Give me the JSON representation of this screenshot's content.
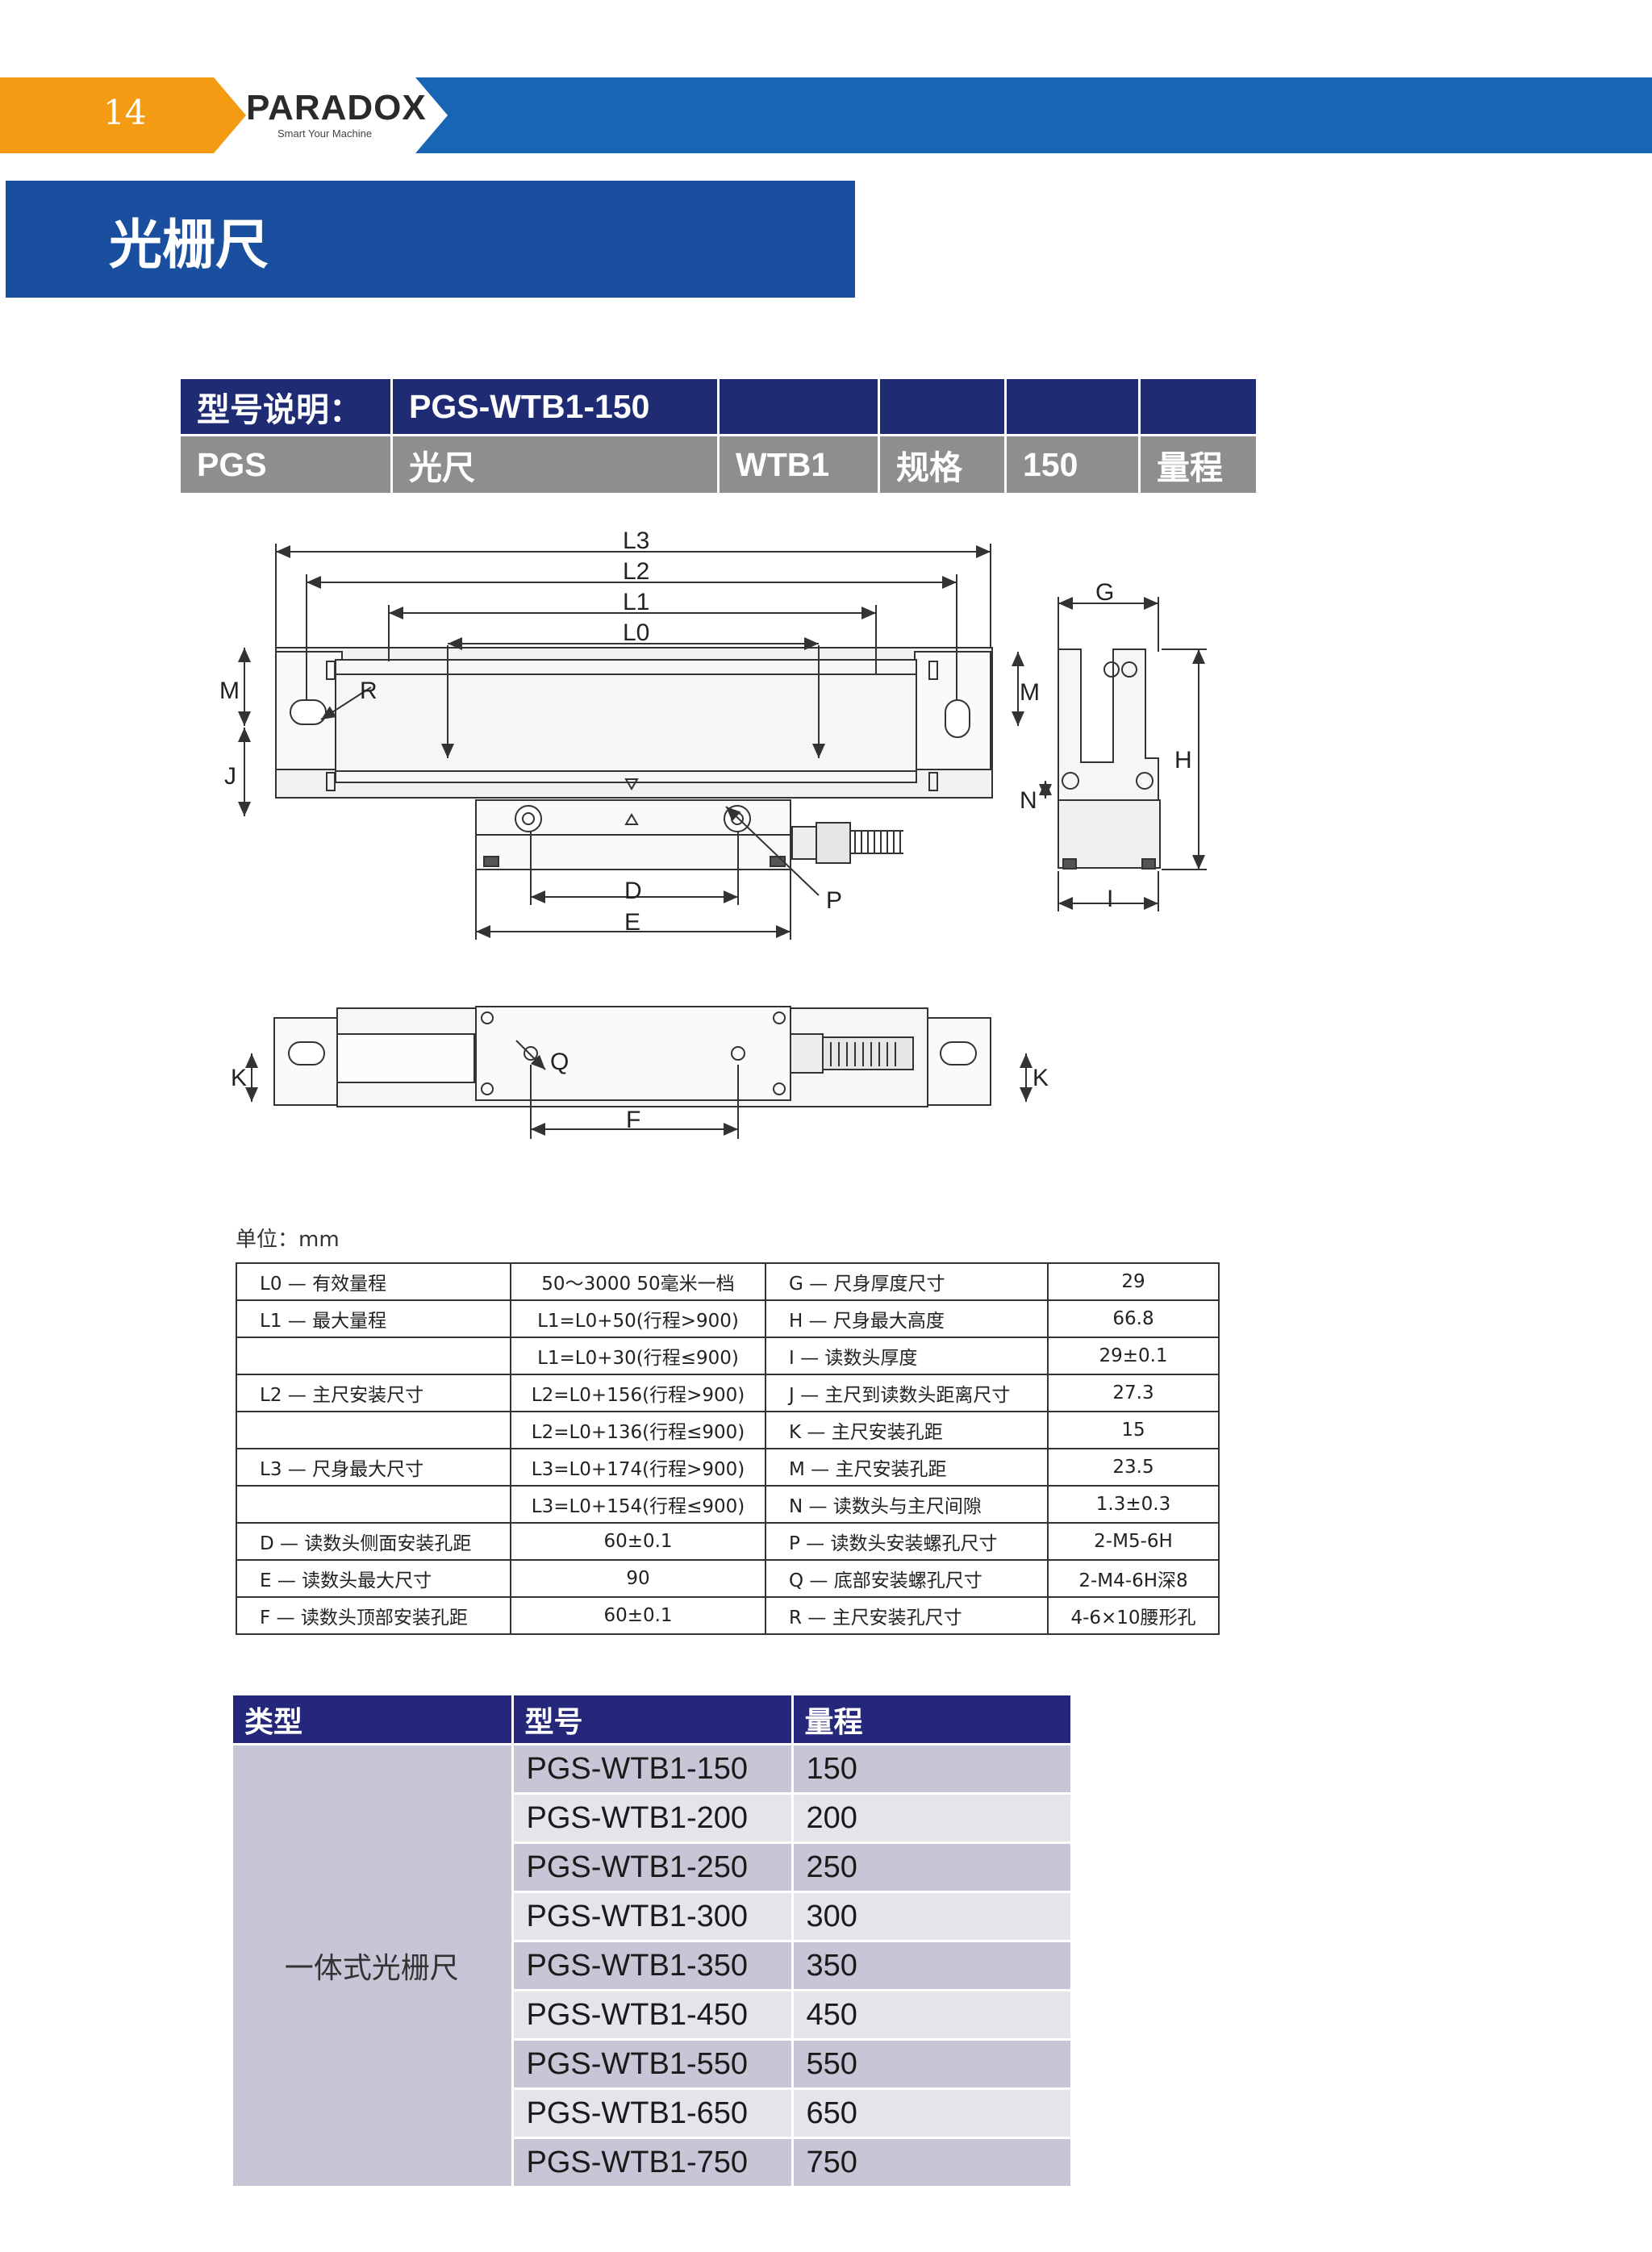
{
  "header": {
    "page_number": "14",
    "brand": "PARADOX",
    "tagline": "Smart Your Machine"
  },
  "section_title": "光栅尺",
  "model_table": {
    "row1": [
      "型号说明：",
      "PGS-WTB1-150",
      "",
      "",
      "",
      ""
    ],
    "row2": [
      "PGS",
      "光尺",
      "WTB1",
      "规格",
      "150",
      "量程"
    ]
  },
  "drawing_labels": {
    "L3": "L3",
    "L2": "L2",
    "L1": "L1",
    "L0": "L0",
    "M": "M",
    "R": "R",
    "J": "J",
    "D": "D",
    "E": "E",
    "P": "P",
    "G": "G",
    "H": "H",
    "N": "N",
    "I": "I",
    "K": "K",
    "Q": "Q",
    "F": "F"
  },
  "unit_label": "单位：mm",
  "spec_table": [
    [
      "L0 — 有效量程",
      "50～3000 50毫米一档",
      "G — 尺身厚度尺寸",
      "29"
    ],
    [
      "L1 — 最大量程",
      "L1=L0+50(行程>900)",
      "H — 尺身最大高度",
      "66.8"
    ],
    [
      "",
      "L1=L0+30(行程≤900)",
      "I — 读数头厚度",
      "29±0.1"
    ],
    [
      "L2 — 主尺安装尺寸",
      "L2=L0+156(行程>900)",
      "J — 主尺到读数头距离尺寸",
      "27.3"
    ],
    [
      "",
      "L2=L0+136(行程≤900)",
      "K — 主尺安装孔距",
      "15"
    ],
    [
      "L3 — 尺身最大尺寸",
      "L3=L0+174(行程>900)",
      "M — 主尺安装孔距",
      "23.5"
    ],
    [
      "",
      "L3=L0+154(行程≤900)",
      "N — 读数头与主尺间隙",
      "1.3±0.3"
    ],
    [
      "D — 读数头侧面安装孔距",
      "60±0.1",
      "P — 读数头安装螺孔尺寸",
      "2-M5-6H"
    ],
    [
      "E — 读数头最大尺寸",
      "90",
      "Q — 底部安装螺孔尺寸",
      "2-M4-6H深8"
    ],
    [
      "F — 读数头顶部安装孔距",
      "60±0.1",
      "R — 主尺安装孔尺寸",
      "4-6×10腰形孔"
    ]
  ],
  "product_table": {
    "headers": [
      "类型",
      "型号",
      "量程"
    ],
    "type": "一体式光栅尺",
    "rows": [
      [
        "PGS-WTB1-150",
        "150"
      ],
      [
        "PGS-WTB1-200",
        "200"
      ],
      [
        "PGS-WTB1-250",
        "250"
      ],
      [
        "PGS-WTB1-300",
        "300"
      ],
      [
        "PGS-WTB1-350",
        "350"
      ],
      [
        "PGS-WTB1-450",
        "450"
      ],
      [
        "PGS-WTB1-550",
        "550"
      ],
      [
        "PGS-WTB1-650",
        "650"
      ],
      [
        "PGS-WTB1-750",
        "750"
      ]
    ]
  }
}
